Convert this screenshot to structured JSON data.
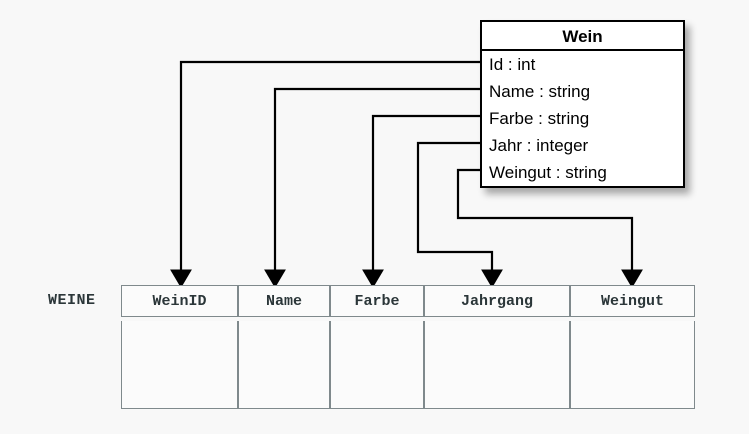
{
  "diagram": {
    "kind": "uml-class-to-relational-table-mapping",
    "background_color": "#f8f8f8"
  },
  "class_box": {
    "name": "Wein",
    "border_color": "#000000",
    "fill_color": "#ffffff",
    "attributes": [
      {
        "text": "Id : int",
        "name": "Id",
        "type": "int"
      },
      {
        "text": "Name : string",
        "name": "Name",
        "type": "string"
      },
      {
        "text": "Farbe : string",
        "name": "Farbe",
        "type": "string"
      },
      {
        "text": "Jahr : integer",
        "name": "Jahr",
        "type": "integer"
      },
      {
        "text": "Weingut : string",
        "name": "Weingut",
        "type": "string"
      }
    ]
  },
  "table": {
    "label": "WEINE",
    "label_color": "#2b3639",
    "border_color": "#7f898c",
    "columns": [
      {
        "header": "WeinID"
      },
      {
        "header": "Name"
      },
      {
        "header": "Farbe"
      },
      {
        "header": "Jahrgang"
      },
      {
        "header": "Weingut"
      }
    ],
    "rows": [
      [
        "",
        "",
        "",
        "",
        ""
      ]
    ]
  },
  "connectors": [
    {
      "from": "Id",
      "to": "WeinID",
      "arrow": "down"
    },
    {
      "from": "Name",
      "to": "Name",
      "arrow": "down"
    },
    {
      "from": "Farbe",
      "to": "Farbe",
      "arrow": "down"
    },
    {
      "from": "Jahr",
      "to": "Jahrgang",
      "arrow": "down"
    },
    {
      "from": "Weingut",
      "to": "Weingut",
      "arrow": "down"
    }
  ]
}
